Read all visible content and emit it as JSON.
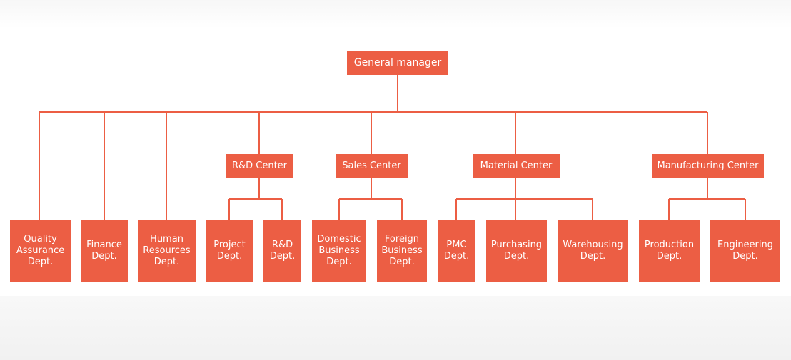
{
  "accent_color": "#ec5e44",
  "line_color": "#ec5e44",
  "root": "General manager",
  "centers": {
    "rd": "R&D Center",
    "sales": "Sales Center",
    "material": "Material Center",
    "manufacturing": "Manufacturing Center"
  },
  "departments": {
    "qa": "Quality\nAssurance\nDept.",
    "finance": "Finance\nDept.",
    "hr": "Human\nResources\nDept.",
    "project": "Project\nDept.",
    "rd": "R&D\nDept.",
    "domestic": "Domestic\nBusiness\nDept.",
    "foreign": "Foreign\nBusiness\nDept.",
    "pmc": "PMC\nDept.",
    "purchasing": "Purchasing\nDept.",
    "warehousing": "Warehousing\nDept.",
    "production": "Production\nDept.",
    "engineering": "Engineering\nDept."
  }
}
